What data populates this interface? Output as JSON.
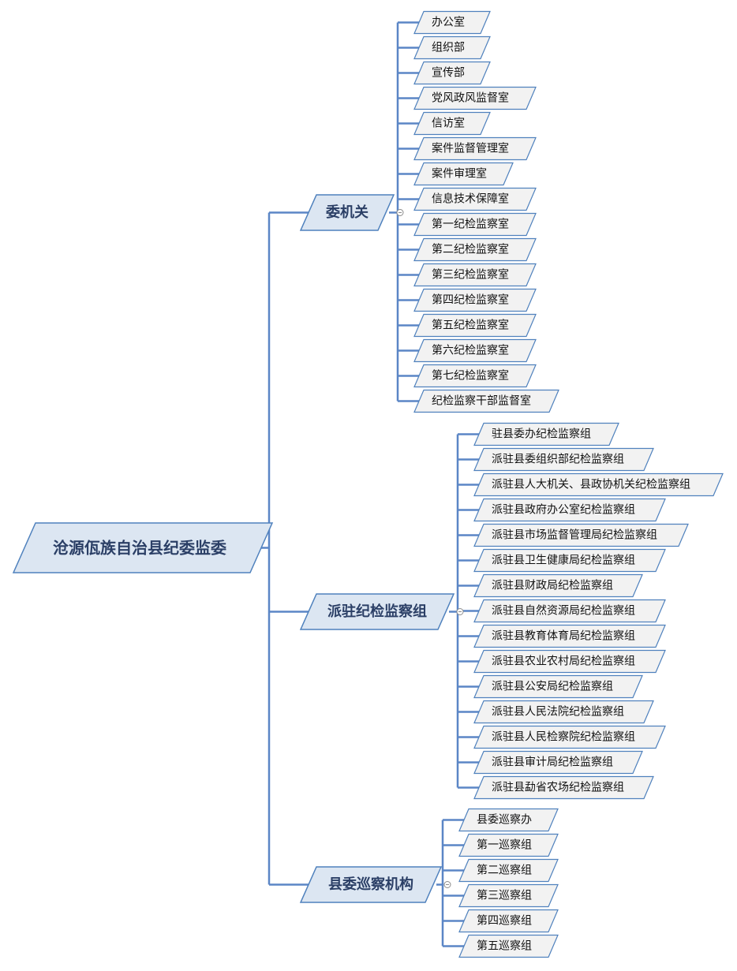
{
  "colors": {
    "line": "#5b86c6",
    "root_fill": "#dce6f2",
    "root_stroke": "#4f81bd",
    "branch_fill": "#dce6f2",
    "branch_stroke": "#4f81bd",
    "leaf_fill": "#f2f2f2",
    "leaf_stroke": "#4f81bd",
    "collapse_stroke": "#8c8c8c"
  },
  "root": {
    "label": "沧源佤族自治县纪委监委"
  },
  "branches": [
    {
      "label": "委机关",
      "children": [
        "办公室",
        "组织部",
        "宣传部",
        "党风政风监督室",
        "信访室",
        "案件监督管理室",
        "案件审理室",
        "信息技术保障室",
        "第一纪检监察室",
        "第二纪检监察室",
        "第三纪检监察室",
        "第四纪检监察室",
        "第五纪检监察室",
        "第六纪检监察室",
        "第七纪检监察室",
        "纪检监察干部监督室"
      ]
    },
    {
      "label": "派驻纪检监察组",
      "children": [
        "驻县委办纪检监察组",
        "派驻县委组织部纪检监察组",
        "派驻县人大机关、县政协机关纪检监察组",
        "派驻县政府办公室纪检监察组",
        "派驻县市场监督管理局纪检监察组",
        "派驻县卫生健康局纪检监察组",
        "派驻县财政局纪检监察组",
        "派驻县自然资源局纪检监察组",
        "派驻县教育体育局纪检监察组",
        "派驻县农业农村局纪检监察组",
        "派驻县公安局纪检监察组",
        "派驻县人民法院纪检监察组",
        "派驻县人民检察院纪检监察组",
        "派驻县审计局纪检监察组",
        "派驻县勐省农场纪检监察组"
      ]
    },
    {
      "label": "县委巡察机构",
      "children": [
        "县委巡察办",
        "第一巡察组",
        "第二巡察组",
        "第三巡察组",
        "第四巡察组",
        "第五巡察组"
      ]
    }
  ]
}
